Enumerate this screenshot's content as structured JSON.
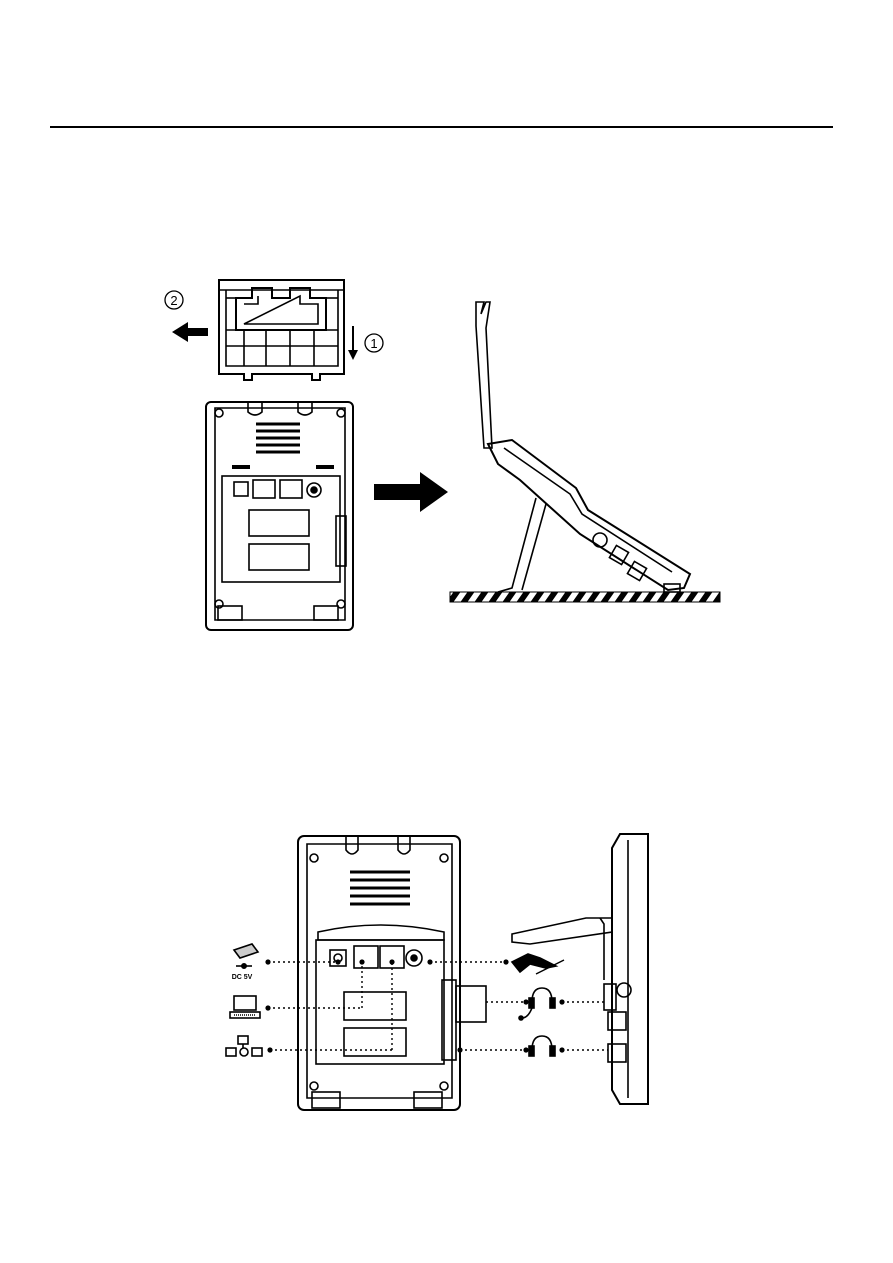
{
  "figure1": {
    "step1_label": "1",
    "step2_label": "2"
  },
  "figure2": {
    "power_label": "DC 5V",
    "connectors": [
      {
        "name": "power-adapter-icon"
      },
      {
        "name": "pc-icon"
      },
      {
        "name": "network-icon"
      },
      {
        "name": "handset-icon"
      },
      {
        "name": "headset-icon"
      },
      {
        "name": "headset-icon-2"
      }
    ]
  }
}
